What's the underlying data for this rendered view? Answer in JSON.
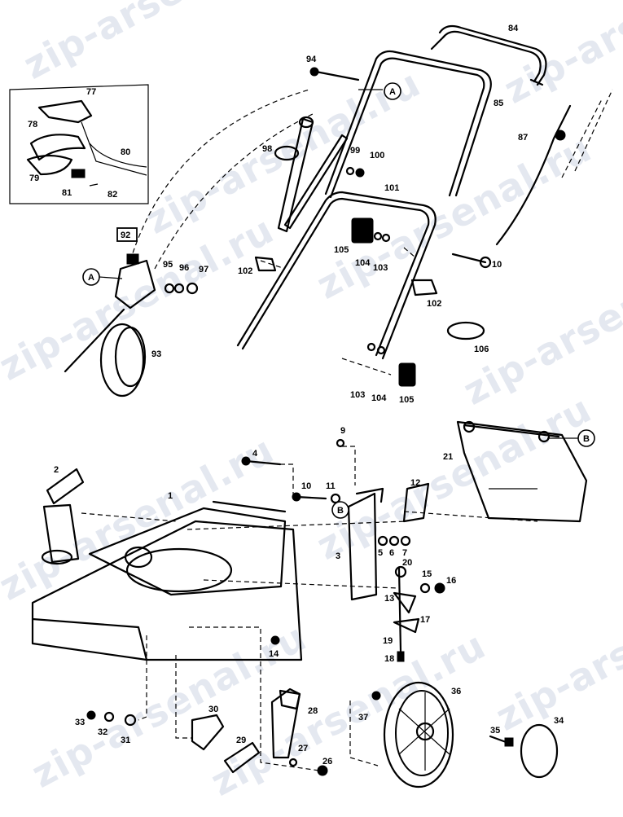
{
  "watermark": "zip-arsenal.ru",
  "callouts": {
    "a": "A",
    "b": "B"
  },
  "labels": [
    {
      "id": "1",
      "text": "1"
    },
    {
      "id": "2",
      "text": "2"
    },
    {
      "id": "3",
      "text": "3"
    },
    {
      "id": "4",
      "text": "4"
    },
    {
      "id": "5",
      "text": "5"
    },
    {
      "id": "6",
      "text": "6"
    },
    {
      "id": "7",
      "text": "7"
    },
    {
      "id": "9",
      "text": "9"
    },
    {
      "id": "10",
      "text": "10"
    },
    {
      "id": "11",
      "text": "11"
    },
    {
      "id": "12",
      "text": "12"
    },
    {
      "id": "13",
      "text": "13"
    },
    {
      "id": "14",
      "text": "14"
    },
    {
      "id": "15",
      "text": "15"
    },
    {
      "id": "16",
      "text": "16"
    },
    {
      "id": "17",
      "text": "17"
    },
    {
      "id": "18",
      "text": "18"
    },
    {
      "id": "19",
      "text": "19"
    },
    {
      "id": "20",
      "text": "20"
    },
    {
      "id": "21",
      "text": "21"
    },
    {
      "id": "26",
      "text": "26"
    },
    {
      "id": "27",
      "text": "27"
    },
    {
      "id": "28",
      "text": "28"
    },
    {
      "id": "29",
      "text": "29"
    },
    {
      "id": "30",
      "text": "30"
    },
    {
      "id": "31",
      "text": "31"
    },
    {
      "id": "32",
      "text": "32"
    },
    {
      "id": "33",
      "text": "33"
    },
    {
      "id": "34",
      "text": "34"
    },
    {
      "id": "35",
      "text": "35"
    },
    {
      "id": "36",
      "text": "36"
    },
    {
      "id": "37",
      "text": "37"
    },
    {
      "id": "77",
      "text": "77"
    },
    {
      "id": "78",
      "text": "78"
    },
    {
      "id": "79",
      "text": "79"
    },
    {
      "id": "80",
      "text": "80"
    },
    {
      "id": "81",
      "text": "81"
    },
    {
      "id": "82",
      "text": "82"
    },
    {
      "id": "84",
      "text": "84"
    },
    {
      "id": "85",
      "text": "85"
    },
    {
      "id": "87",
      "text": "87"
    },
    {
      "id": "92",
      "text": "92"
    },
    {
      "id": "93",
      "text": "93"
    },
    {
      "id": "94",
      "text": "94"
    },
    {
      "id": "95",
      "text": "95"
    },
    {
      "id": "96",
      "text": "96"
    },
    {
      "id": "97",
      "text": "97"
    },
    {
      "id": "98",
      "text": "98"
    },
    {
      "id": "99",
      "text": "99"
    },
    {
      "id": "100",
      "text": "100"
    },
    {
      "id": "101",
      "text": "101"
    },
    {
      "id": "102a",
      "text": "102"
    },
    {
      "id": "102b",
      "text": "102"
    },
    {
      "id": "103a",
      "text": "103"
    },
    {
      "id": "103b",
      "text": "103"
    },
    {
      "id": "104a",
      "text": "104"
    },
    {
      "id": "104b",
      "text": "104"
    },
    {
      "id": "105a",
      "text": "105"
    },
    {
      "id": "105b",
      "text": "105"
    },
    {
      "id": "106",
      "text": "106"
    },
    {
      "id": "10b",
      "text": "10"
    }
  ]
}
